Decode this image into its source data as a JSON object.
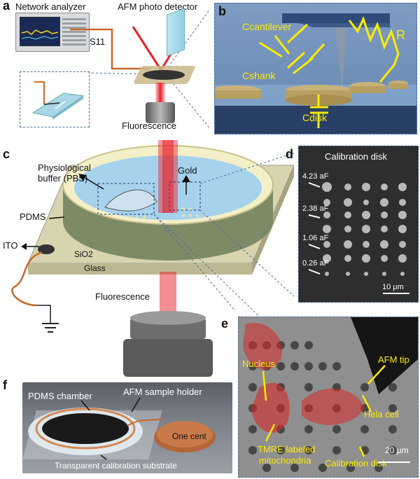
{
  "panels": {
    "a": {
      "label": "a",
      "network_analyzer": "Network analyzer",
      "afm_photo_detector": "AFM photo detector",
      "s11": "S11",
      "fluorescence": "Fluorescence"
    },
    "b": {
      "label": "b",
      "c_cantilever": "Ccantilever",
      "c_shank": "Cshank",
      "c_disk": "Cdisk",
      "r": "R"
    },
    "c": {
      "label": "c",
      "physiological_buffer": "Physiological buffer (PBS)",
      "gold": "Gold",
      "pdms": "PDMS",
      "ito": "ITO",
      "sio2": "SiO2",
      "glass": "Glass",
      "fluorescence": "Fluorescence"
    },
    "d": {
      "label": "d",
      "title": "Calibration disk",
      "row_labels": [
        "4.23 aF",
        "2.38 aF",
        "1.06 aF",
        "0.26 aF"
      ],
      "scale_bar": "10 μm"
    },
    "e": {
      "label": "e",
      "nucleus": "Nucleus",
      "afm_tip": "AFM tip",
      "hela_cell": "Hela cell",
      "tmre_line1": "TMRE labeled",
      "tmre_line2": "mitochondria",
      "calibration_disk": "Calibration disk",
      "scale_bar": "20 μm"
    },
    "f": {
      "label": "f",
      "pdms_chamber": "PDMS chamber",
      "afm_sample_holder": "AFM sample holder",
      "one_cent": "One cent",
      "transparent_substrate": "Transparent calibration substrate"
    }
  },
  "colors": {
    "annotation_yellow": "#ffeb00",
    "laser_red": "#e8202a",
    "dashed_box": "#4a6c9a",
    "copper_wire": "#c8682a"
  }
}
